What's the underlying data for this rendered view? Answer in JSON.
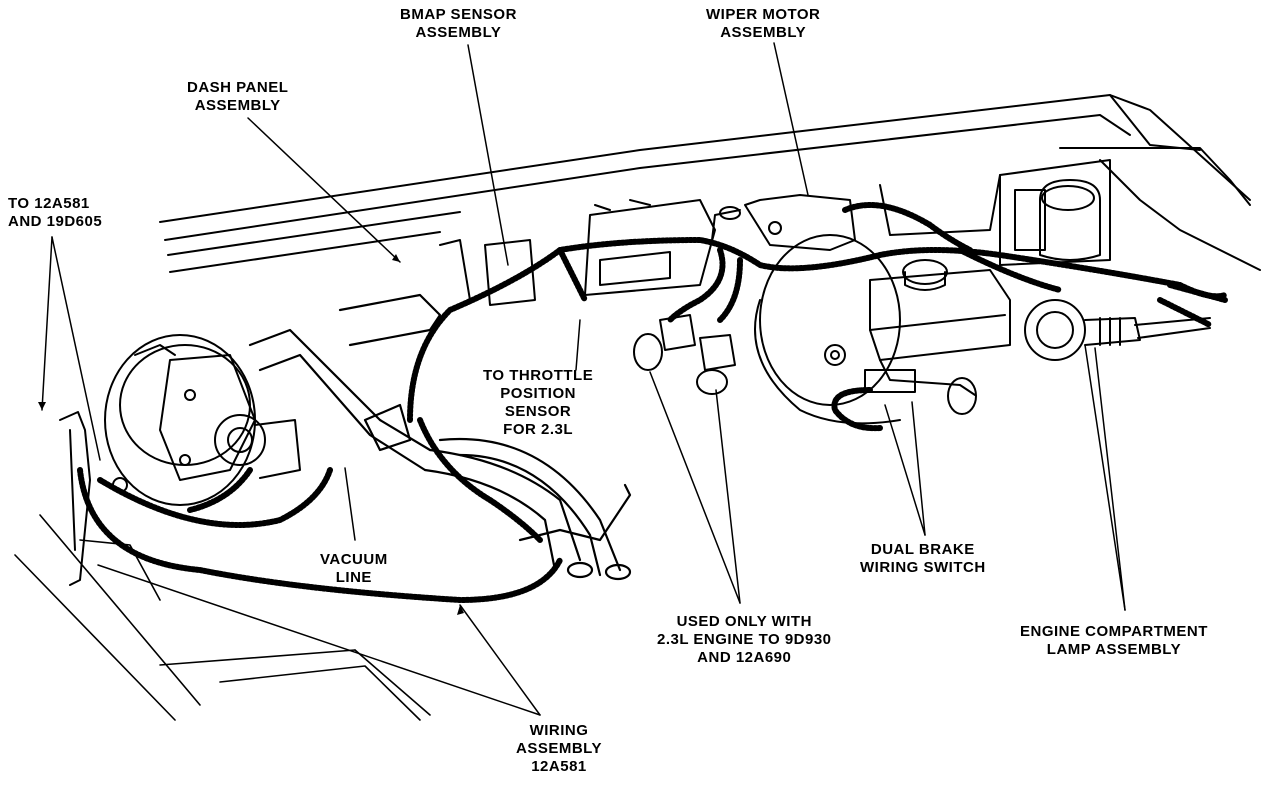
{
  "labels": {
    "bmap": [
      "BMAP SENSOR",
      "ASSEMBLY"
    ],
    "wiper": [
      "WIPER MOTOR",
      "ASSEMBLY"
    ],
    "dash": [
      "DASH PANEL",
      "ASSEMBLY"
    ],
    "to12a581": [
      "TO 12A581",
      "AND 19D605"
    ],
    "throttle": [
      "TO THROTTLE",
      "POSITION",
      "SENSOR",
      "FOR 2.3L"
    ],
    "vacuum": [
      "VACUUM",
      "LINE"
    ],
    "used_only": [
      "USED ONLY WITH",
      "2.3L ENGINE TO 9D930",
      "AND 12A690"
    ],
    "dual_brake": [
      "DUAL BRAKE",
      "WIRING SWITCH"
    ],
    "engine_lamp": [
      "ENGINE COMPARTMENT",
      "LAMP ASSEMBLY"
    ],
    "wiring": [
      "WIRING",
      "ASSEMBLY",
      "12A581"
    ]
  }
}
